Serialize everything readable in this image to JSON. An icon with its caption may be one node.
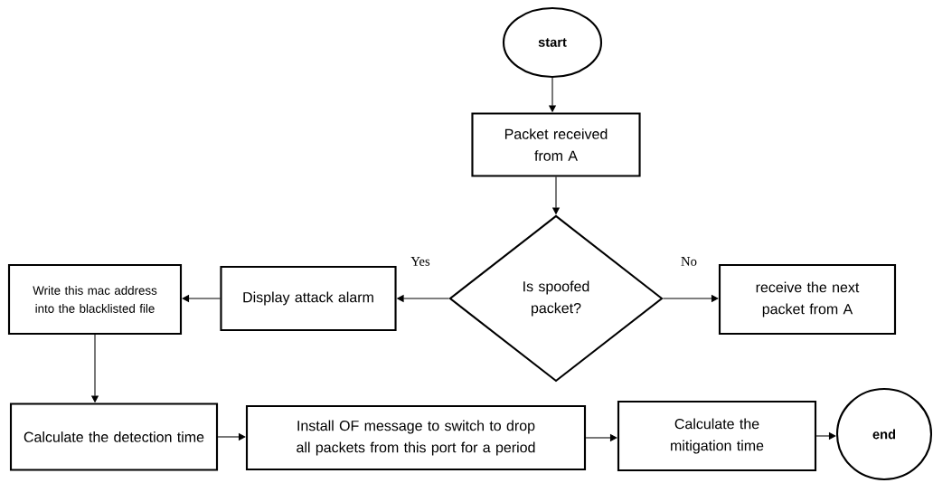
{
  "diagram": {
    "nodes": [
      {
        "text": [
          "start"
        ]
      },
      {
        "text": [
          "Packet received from A"
        ]
      },
      {
        "text": [
          "Is spoofed packet?"
        ]
      },
      {
        "text": [
          "Display attack alarm"
        ]
      },
      {
        "text": [
          "Write this mac address into the blacklisted file"
        ]
      },
      {
        "text": [
          "receive the next packet from A"
        ]
      },
      {
        "text": [
          "Calculate the detection time"
        ]
      },
      {
        "text": [
          "Install OF message to switch to drop all packets from this port for a period"
        ]
      },
      {
        "text": [
          "Calculate the mitigation time"
        ]
      },
      {
        "text": [
          "end"
        ]
      }
    ],
    "edges": [
      {
        "from": 0,
        "to": 1,
        "arrow": "to"
      },
      {
        "from": 1,
        "to": 2,
        "arrow": "to"
      },
      {
        "from": 2,
        "to": 3,
        "arrow": "to",
        "label": "Yes"
      },
      {
        "from": 2,
        "to": 5,
        "arrow": "to",
        "label": "No"
      },
      {
        "from": 3,
        "to": 4,
        "arrow": "to"
      },
      {
        "from": 4,
        "to": 6,
        "arrow": "to"
      },
      {
        "from": 6,
        "to": 7,
        "arrow": "to"
      },
      {
        "from": 7,
        "to": 8,
        "arrow": "to"
      },
      {
        "from": 8,
        "to": 9,
        "arrow": "to"
      }
    ]
  }
}
